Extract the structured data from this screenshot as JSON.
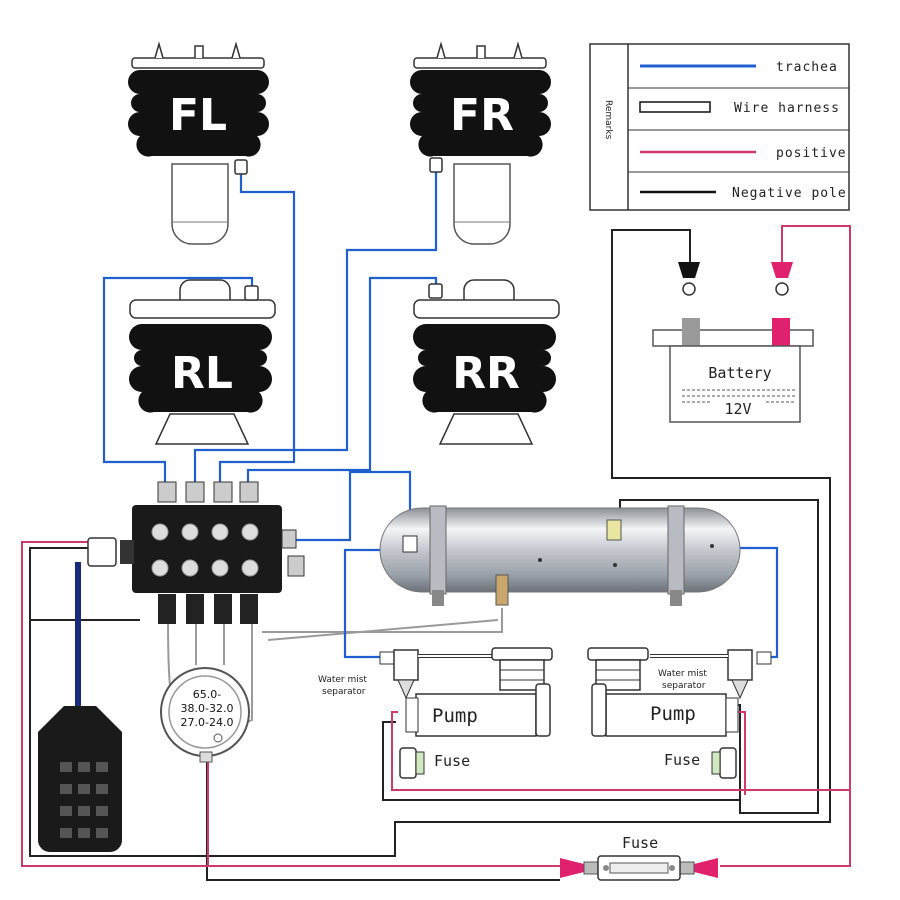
{
  "bags": {
    "fl": "FL",
    "fr": "FR",
    "rl": "RL",
    "rr": "RR"
  },
  "legend": {
    "title": "Remarks",
    "items": [
      {
        "label": "trachea",
        "color": "#1f5fd0"
      },
      {
        "label": "Wire harness",
        "color": "#000000"
      },
      {
        "label": "positive",
        "color": "#d03a6a"
      },
      {
        "label": "Negative pole",
        "color": "#111111"
      }
    ]
  },
  "battery": {
    "label": "Battery",
    "voltage": "12V"
  },
  "gauge": {
    "line1": "65.0-",
    "line2": "38.0-32.0",
    "line3": "27.0-24.0"
  },
  "separator_left": {
    "line1": "Water mist",
    "line2": "separator"
  },
  "separator_right": {
    "line1": "Water mist",
    "line2": "separator"
  },
  "pump_left": "Pump",
  "pump_right": "Pump",
  "fuse_left": "Fuse",
  "fuse_right": "Fuse",
  "fuse_main": "Fuse",
  "colors": {
    "air": "#1f5fd0",
    "positive": "#d03a6a",
    "negative": "#111111",
    "terminal_pos": "#e0226e"
  }
}
